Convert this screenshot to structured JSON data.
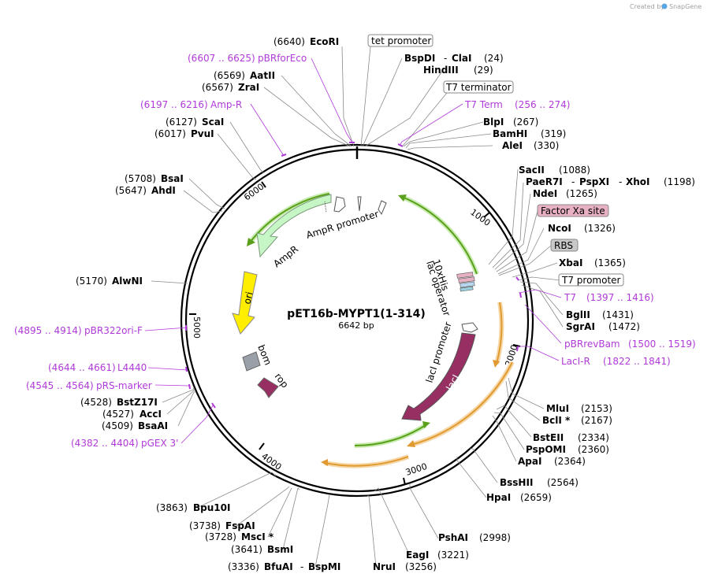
{
  "credit": "Created by",
  "brand": "SnapGene",
  "plasmid": {
    "name": "pET16b-MYPT1(1-314)",
    "size": "6642 bp"
  },
  "colors": {
    "purple": "#b03ad9",
    "ampr": "#c6f5c6",
    "ori": "#ffee00",
    "lacI": "#972f63",
    "green_arc": "#7ab51d",
    "orange_arc": "#ecb060"
  },
  "ticks": [
    "1000",
    "2000",
    "3000",
    "4000",
    "5000",
    "6000"
  ],
  "sites": [
    {
      "pos": "(6640)",
      "name": "EcoRI"
    },
    {
      "name": "BspDI",
      "sep": "-",
      "name2": "ClaI",
      "pos": "(24)"
    },
    {
      "name": "HindIII",
      "pos": "(29)"
    },
    {
      "name": "BlpI",
      "pos": "(267)"
    },
    {
      "name": "BamHI",
      "pos": "(319)"
    },
    {
      "name": "AleI",
      "pos": "(330)"
    },
    {
      "name": "SacII",
      "pos": "(1088)"
    },
    {
      "name": "PaeR7I",
      "sep": "-",
      "name2": "PspXI",
      "sep2": "-",
      "name3": "XhoI",
      "pos": "(1198)"
    },
    {
      "name": "NdeI",
      "pos": "(1265)"
    },
    {
      "name": "NcoI",
      "pos": "(1326)"
    },
    {
      "name": "XbaI",
      "pos": "(1365)"
    },
    {
      "name": "BglII",
      "pos": "(1431)"
    },
    {
      "name": "SgrAI",
      "pos": "(1472)"
    },
    {
      "name": "MluI",
      "pos": "(2153)"
    },
    {
      "name": "BclI *",
      "pos": "(2167)"
    },
    {
      "name": "BstEII",
      "pos": "(2334)"
    },
    {
      "name": "PspOMI",
      "pos": "(2360)"
    },
    {
      "name": "ApaI",
      "pos": "(2364)"
    },
    {
      "name": "BssHII",
      "pos": "(2564)"
    },
    {
      "name": "HpaI",
      "pos": "(2659)"
    },
    {
      "name": "PshAI",
      "pos": "(2998)"
    },
    {
      "name": "EagI",
      "pos": "(3221)"
    },
    {
      "name": "NruI",
      "pos": "(3256)"
    },
    {
      "pos": "(3336)",
      "name": "BfuAI",
      "sep": "-",
      "name2": "BspMI"
    },
    {
      "pos": "(3641)",
      "name": "BsmI"
    },
    {
      "pos": "(3728)",
      "name": "MscI *"
    },
    {
      "pos": "(3738)",
      "name": "FspAI"
    },
    {
      "pos": "(3863)",
      "name": "Bpu10I"
    },
    {
      "pos": "(4509)",
      "name": "BsaAI"
    },
    {
      "pos": "(4527)",
      "name": "AccI"
    },
    {
      "pos": "(4528)",
      "name": "BstZ17I"
    },
    {
      "pos": "(5170)",
      "name": "AlwNI"
    },
    {
      "pos": "(5647)",
      "name": "AhdI"
    },
    {
      "pos": "(5708)",
      "name": "BsaI"
    },
    {
      "pos": "(6017)",
      "name": "PvuI"
    },
    {
      "pos": "(6127)",
      "name": "ScaI"
    },
    {
      "pos": "(6567)",
      "name": "ZraI"
    },
    {
      "pos": "(6569)",
      "name": "AatII"
    }
  ],
  "primers": [
    {
      "range": "(6607 .. 6625)",
      "name": "pBRforEco"
    },
    {
      "name": "T7 Term",
      "range": "(256 .. 274)"
    },
    {
      "range": "(6197 .. 6216)",
      "name": "Amp-R"
    },
    {
      "name": "T7",
      "range": "(1397 .. 1416)"
    },
    {
      "name": "pBRrevBam",
      "range": "(1500 .. 1519)"
    },
    {
      "name": "LacI-R",
      "range": "(1822 .. 1841)"
    },
    {
      "range": "(4895 .. 4914)",
      "name": "pBR322ori-F"
    },
    {
      "range": "(4644 .. 4661)",
      "name": "L4440"
    },
    {
      "range": "(4545 .. 4564)",
      "name": "pRS-marker"
    },
    {
      "range": "(4382 .. 4404)",
      "name": "pGEX 3'"
    }
  ],
  "boxed": [
    "tet promoter",
    "T7 terminator",
    "Factor Xa site",
    "RBS",
    "T7 promoter"
  ],
  "features": [
    "AmpR",
    "AmpR promoter",
    "ori",
    "bom",
    "rop",
    "10xHis",
    "lac operator",
    "lacI promoter",
    "lacI"
  ]
}
